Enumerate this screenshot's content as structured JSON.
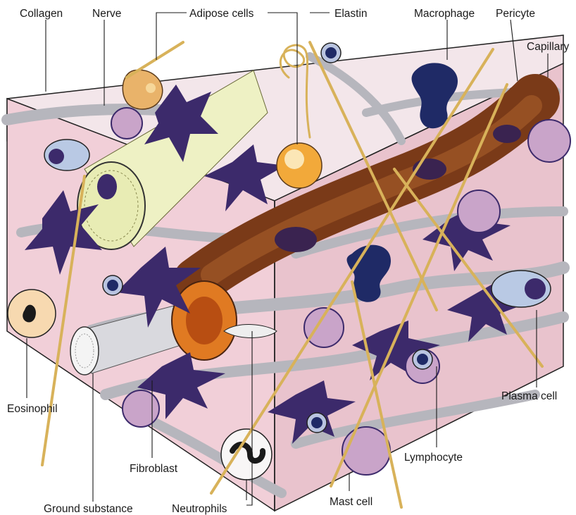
{
  "labels": {
    "collagen": "Collagen",
    "nerve": "Nerve",
    "adipose_cells": "Adipose cells",
    "elastin": "Elastin",
    "macrophage": "Macrophage",
    "pericyte": "Pericyte",
    "capillary": "Capillary",
    "eosinophil": "Eosinophil",
    "ground_substance": "Ground substance",
    "fibroblast": "Fibroblast",
    "neutrophils": "Neutrophils",
    "mast_cell": "Mast cell",
    "lymphocyte": "Lymphocyte",
    "plasma_cell": "Plasma cell"
  },
  "colors": {
    "block_top": "#f3e6ea",
    "block_front": "#f1cfd8",
    "block_side": "#e9c3cd",
    "outline": "#222222",
    "cell_purple": "#3c2a6b",
    "elastin_fiber": "#d8b25a",
    "capillary": "#7a3a18",
    "nerve_fill": "#e8ecb4",
    "adipose_orange": "#e5a23a"
  }
}
